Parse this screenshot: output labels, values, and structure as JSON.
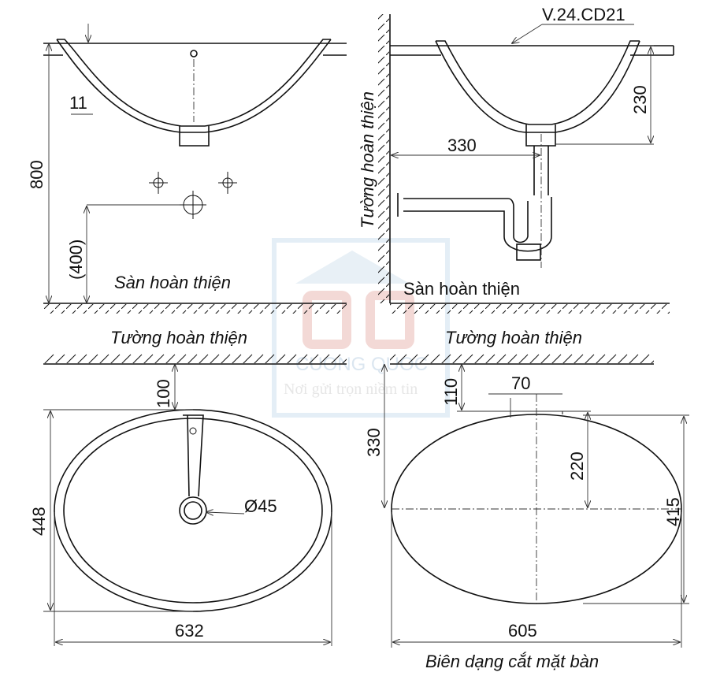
{
  "model_label": "V.24.CD21",
  "labels": {
    "finished_floor": "Sàn hoàn thiện",
    "finished_wall": "Tường hoàn thiện",
    "cutout_profile": "Biên dạng cắt mặt bàn"
  },
  "dimensions": {
    "height_800": "800",
    "drain_height": "(400)",
    "rim_thickness": "11",
    "basin_depth": "230",
    "wall_to_drain": "330",
    "wall_to_faucet": "100",
    "basin_depth_top": "448",
    "basin_width": "632",
    "drain_diameter": "Ø45",
    "cutout_offset": "110",
    "cutout_notch": "70",
    "cutout_wall_to_center": "330",
    "cutout_center": "220",
    "cutout_depth": "415",
    "cutout_width": "605"
  },
  "watermark": {
    "brand": "CUONG QUOC",
    "slogan": "Nơi gửi trọn niềm tin"
  },
  "colors": {
    "line": "#111111",
    "watermark_red": "#f3d9d6",
    "watermark_blue": "#dbe6f0"
  }
}
